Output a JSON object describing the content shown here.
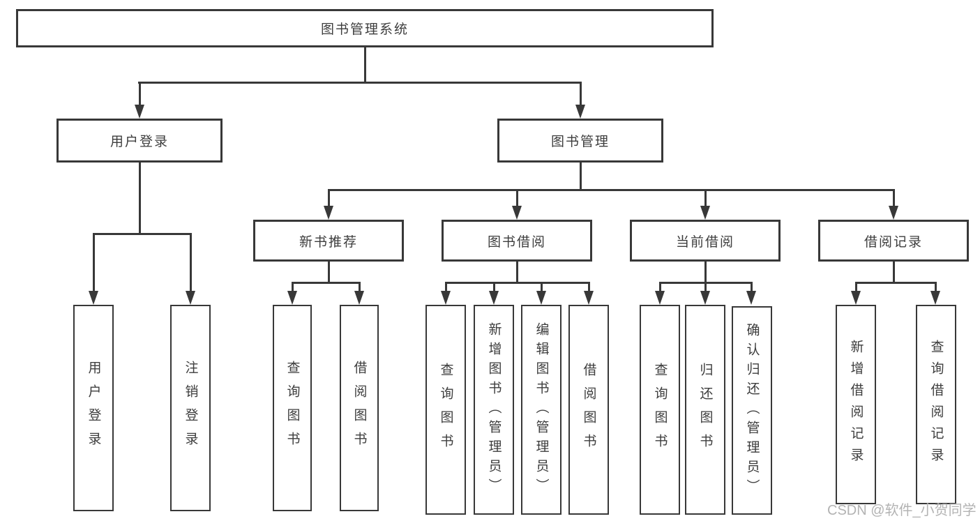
{
  "diagram": {
    "root": {
      "label": "图书管理系统"
    },
    "login": {
      "label": "用户登录",
      "children": [
        {
          "label": "用户登录"
        },
        {
          "label": "注销登录"
        }
      ]
    },
    "management": {
      "label": "图书管理",
      "children": [
        {
          "label": "新书推荐",
          "children": [
            {
              "label": "查询图书"
            },
            {
              "label": "借阅图书"
            }
          ]
        },
        {
          "label": "图书借阅",
          "children": [
            {
              "label": "查询图书"
            },
            {
              "label": "新增图书（管理员）"
            },
            {
              "label": "编辑图书（管理员）"
            },
            {
              "label": "借阅图书"
            }
          ]
        },
        {
          "label": "当前借阅",
          "children": [
            {
              "label": "查询图书"
            },
            {
              "label": "归还图书"
            },
            {
              "label": "确认归还（管理员）"
            }
          ]
        },
        {
          "label": "借阅记录",
          "children": [
            {
              "label": "新增借阅记录"
            },
            {
              "label": "查询借阅记录"
            }
          ]
        }
      ]
    }
  },
  "watermark": {
    "text": "CSDN @软件_小贺同学"
  },
  "colors": {
    "line": "#383838",
    "text": "#3d3d3d",
    "watermark": "#b3b3b3",
    "background": "#ffffff"
  }
}
